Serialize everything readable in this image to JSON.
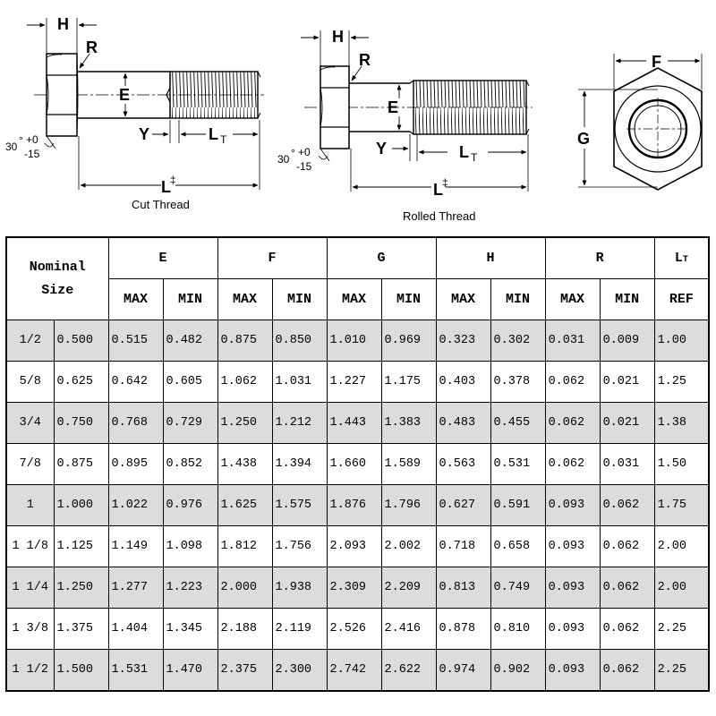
{
  "diagrams": {
    "cut": {
      "caption": "Cut Thread",
      "labels": {
        "h": "H",
        "r": "R",
        "e": "E",
        "y": "Y",
        "lt_main": "L",
        "lt_sub": "T",
        "l": "L",
        "l_mark": "‡",
        "angle": "30",
        "deg": "°",
        "plus": "+0",
        "minus": "-15"
      }
    },
    "rolled": {
      "caption": "Rolled Thread",
      "labels": {
        "h": "H",
        "r": "R",
        "e": "E",
        "y": "Y",
        "lt_main": "L",
        "lt_sub": "T",
        "l": "L",
        "l_mark": "‡",
        "angle": "30",
        "deg": "°",
        "plus": "+0",
        "minus": "-15"
      }
    },
    "hex": {
      "f": "F",
      "g": "G"
    }
  },
  "table": {
    "header": {
      "nominal": "Nominal Size",
      "e": "E",
      "f": "F",
      "g": "G",
      "h": "H",
      "r": "R",
      "lt_main": "L",
      "lt_sub": "T",
      "max": "MAX",
      "min": "MIN",
      "ref": "REF"
    },
    "rows": [
      {
        "size": "1/2",
        "dec": "0.500",
        "e_max": "0.515",
        "e_min": "0.482",
        "f_max": "0.875",
        "f_min": "0.850",
        "g_max": "1.010",
        "g_min": "0.969",
        "h_max": "0.323",
        "h_min": "0.302",
        "r_max": "0.031",
        "r_min": "0.009",
        "lt": "1.00"
      },
      {
        "size": "5/8",
        "dec": "0.625",
        "e_max": "0.642",
        "e_min": "0.605",
        "f_max": "1.062",
        "f_min": "1.031",
        "g_max": "1.227",
        "g_min": "1.175",
        "h_max": "0.403",
        "h_min": "0.378",
        "r_max": "0.062",
        "r_min": "0.021",
        "lt": "1.25"
      },
      {
        "size": "3/4",
        "dec": "0.750",
        "e_max": "0.768",
        "e_min": "0.729",
        "f_max": "1.250",
        "f_min": "1.212",
        "g_max": "1.443",
        "g_min": "1.383",
        "h_max": "0.483",
        "h_min": "0.455",
        "r_max": "0.062",
        "r_min": "0.021",
        "lt": "1.38"
      },
      {
        "size": "7/8",
        "dec": "0.875",
        "e_max": "0.895",
        "e_min": "0.852",
        "f_max": "1.438",
        "f_min": "1.394",
        "g_max": "1.660",
        "g_min": "1.589",
        "h_max": "0.563",
        "h_min": "0.531",
        "r_max": "0.062",
        "r_min": "0.031",
        "lt": "1.50"
      },
      {
        "size": "1",
        "dec": "1.000",
        "e_max": "1.022",
        "e_min": "0.976",
        "f_max": "1.625",
        "f_min": "1.575",
        "g_max": "1.876",
        "g_min": "1.796",
        "h_max": "0.627",
        "h_min": "0.591",
        "r_max": "0.093",
        "r_min": "0.062",
        "lt": "1.75"
      },
      {
        "size": "1 1/8",
        "dec": "1.125",
        "e_max": "1.149",
        "e_min": "1.098",
        "f_max": "1.812",
        "f_min": "1.756",
        "g_max": "2.093",
        "g_min": "2.002",
        "h_max": "0.718",
        "h_min": "0.658",
        "r_max": "0.093",
        "r_min": "0.062",
        "lt": "2.00"
      },
      {
        "size": "1 1/4",
        "dec": "1.250",
        "e_max": "1.277",
        "e_min": "1.223",
        "f_max": "2.000",
        "f_min": "1.938",
        "g_max": "2.309",
        "g_min": "2.209",
        "h_max": "0.813",
        "h_min": "0.749",
        "r_max": "0.093",
        "r_min": "0.062",
        "lt": "2.00"
      },
      {
        "size": "1 3/8",
        "dec": "1.375",
        "e_max": "1.404",
        "e_min": "1.345",
        "f_max": "2.188",
        "f_min": "2.119",
        "g_max": "2.526",
        "g_min": "2.416",
        "h_max": "0.878",
        "h_min": "0.810",
        "r_max": "0.093",
        "r_min": "0.062",
        "lt": "2.25"
      },
      {
        "size": "1 1/2",
        "dec": "1.500",
        "e_max": "1.531",
        "e_min": "1.470",
        "f_max": "2.375",
        "f_min": "2.300",
        "g_max": "2.742",
        "g_min": "2.622",
        "h_max": "0.974",
        "h_min": "0.902",
        "r_max": "0.093",
        "r_min": "0.062",
        "lt": "2.25"
      }
    ]
  }
}
